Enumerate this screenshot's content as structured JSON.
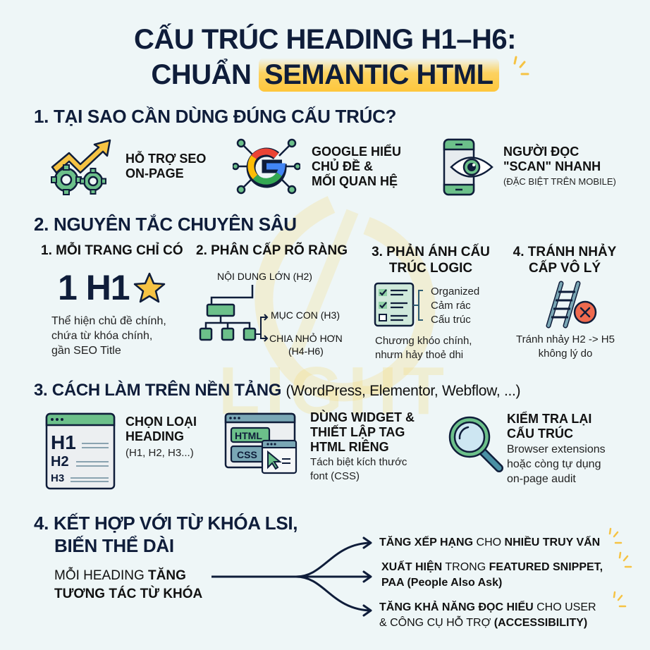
{
  "title": {
    "line1": "CẤU TRÚC HEADING H1–H6:",
    "line2_prefix": "CHUẨN",
    "line2_highlight": "SEMANTIC HTML"
  },
  "section1": {
    "heading": "1. TẠI SAO CẦN DÙNG ĐÚNG CẤU TRÚC?",
    "items": [
      {
        "icon": "gears-growth-arrow-icon",
        "line1": "HỖ TRỢ SEO",
        "line2": "ON-PAGE"
      },
      {
        "icon": "google-network-icon",
        "line1": "GOOGLE HIỂU",
        "line2": "CHỦ ĐỀ &",
        "line3": "MỐI QUAN HỆ"
      },
      {
        "icon": "phone-eye-icon",
        "line1": "NGƯỜI ĐỌC",
        "line2": "\"SCAN\" NHANH",
        "note": "(ĐẶC BIỆT TRÊN MOBILE)"
      }
    ]
  },
  "section2": {
    "heading": "2. NGUYÊN TẮC CHUYÊN SÂU",
    "principles": [
      {
        "title": "1. MỖI TRANG CHỈ CÓ",
        "big": "1 H1",
        "icon": "star-icon",
        "desc": [
          "Thể hiện chủ đề chính,",
          "chứa từ khóa chính,",
          "gần SEO Title"
        ]
      },
      {
        "title": "2. PHÂN CẤP RÕ RÀNG",
        "top_label": "NỘI DUNG LỚN (H2)",
        "child_label": "MỤC CON (H3)",
        "sub_label_1": "CHIA NHỎ HƠN",
        "sub_label_2": "(H4-H6)",
        "icon": "hierarchy-tree-icon"
      },
      {
        "title_1": "3. PHẢN ÁNH CẤU",
        "title_2": "TRÚC LOGIC",
        "icon": "checklist-icon",
        "list": [
          "Organized",
          "Cảm rác",
          "Cấu trúc"
        ],
        "desc": [
          "Chương khóo chính,",
          "nhưm hảy thoẻ dhi"
        ]
      },
      {
        "title_1": "4. TRÁNH NHẢY",
        "title_2": "CẤP VÔ LÝ",
        "icon": "ladder-error-icon",
        "desc": [
          "Tránh nhảy H2 -> H5",
          "không lý do"
        ]
      }
    ]
  },
  "section3": {
    "heading_bold": "3. CÁCH LÀM TRÊN NỀN TẢNG",
    "heading_light": "(WordPress, Elementor, Webflow, ...)",
    "items": [
      {
        "icon": "heading-window-icon",
        "icon_labels": [
          "H1",
          "H2",
          "H3"
        ],
        "line1": "CHỌN LOẠI",
        "line2": "HEADING",
        "sub": "(H1, H2, H3...)"
      },
      {
        "icon": "html-css-widget-icon",
        "icon_labels": [
          "HTML",
          "CSS"
        ],
        "line1": "DÙNG WIDGET &",
        "line2": "THIẾT LẬP TAG",
        "line3": "HTML RIÊNG",
        "sub": [
          "Tách biệt kích thước",
          "font (CSS)"
        ]
      },
      {
        "icon": "magnifier-icon",
        "line1": "KIỂM TRA LẠI",
        "line2": "CẤU TRÚC",
        "sub": [
          "Browser extensions",
          "hoặc còng tự dụng",
          "on-page audit"
        ]
      }
    ]
  },
  "section4": {
    "heading_1": "4. KẾT HỢP VỚI TỪ KHÓA LSI,",
    "heading_2": "BIẾN THỂ DÀI",
    "lead_light": "MỖI HEADING",
    "lead_bold_1": "TĂNG",
    "lead_bold_2": "TƯƠNG TÁC TỪ KHÓA",
    "outcomes": [
      {
        "b1": "TĂNG XẾP HẠNG",
        "t1": " CHO ",
        "b2": "NHIỀU TRUY VẤN"
      },
      {
        "b1": "XUẤT HIỆN",
        "t1": " TRONG ",
        "b2": "FEATURED SNIPPET,",
        "line2": "PAA (People Also Ask)"
      },
      {
        "b1": "TĂNG KHẢ NĂNG ĐỌC HIỂU",
        "t1": " CHO USER",
        "line2_light": "& CÔNG CỤ HỖ TRỢ ",
        "line2_bold": "(ACCESSIBILITY)"
      }
    ]
  },
  "watermark": {
    "text": "LIGHT"
  },
  "colors": {
    "navy": "#0f1d3a",
    "green": "#6cc08a",
    "yellow": "#f6c343",
    "red": "#ef6a4f",
    "blue": "#4a90a4",
    "background": "#eef6f7"
  }
}
